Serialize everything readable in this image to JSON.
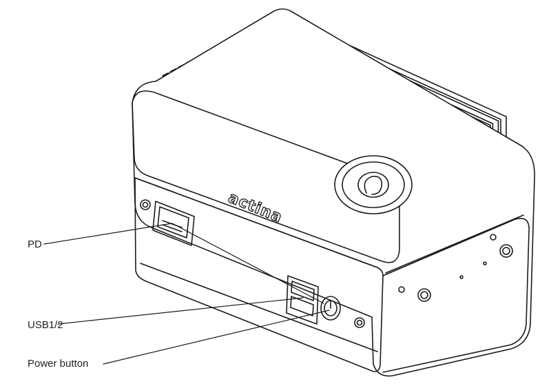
{
  "brand": {
    "logo_text": "actina"
  },
  "callouts": {
    "pd": "PD",
    "usb": "USB1/2",
    "power": "Power button"
  },
  "colors": {
    "line": "#1a1a1a",
    "body": "#ffffff",
    "shade": "#f2f2f2"
  }
}
